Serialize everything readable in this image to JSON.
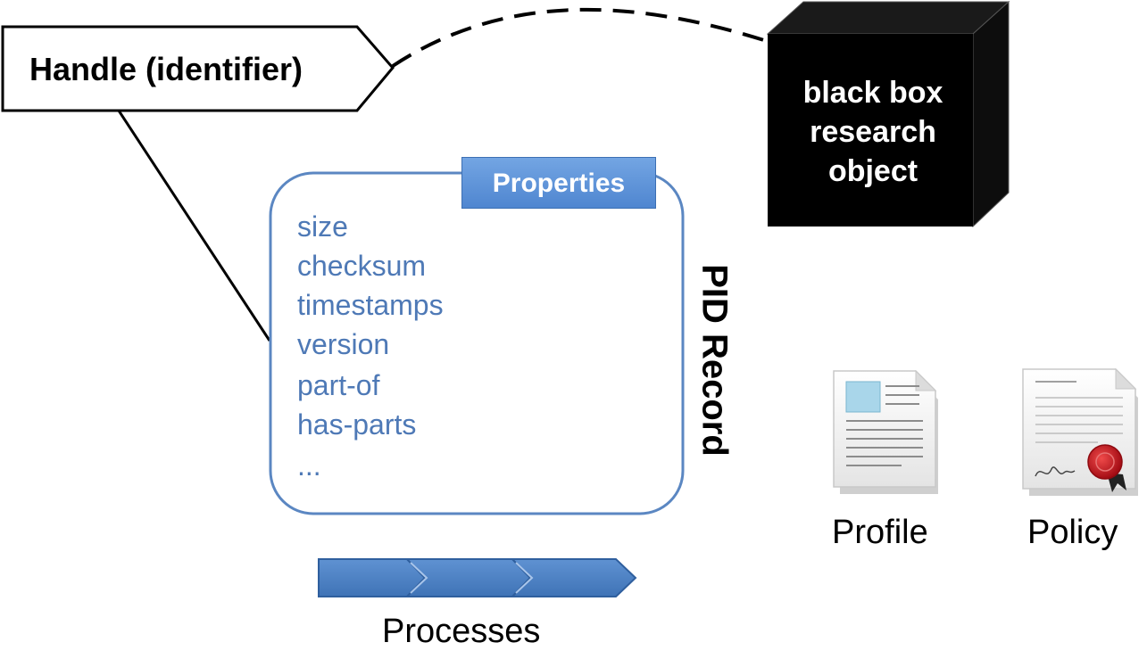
{
  "handle": {
    "label": "Handle (identifier)"
  },
  "black_box": {
    "lines": [
      "black box",
      "research",
      "object"
    ]
  },
  "pid_record": {
    "title": "PID Record",
    "tab_label": "Properties",
    "properties": [
      "size",
      "checksum",
      "timestamps",
      "version",
      "part-of",
      "has-parts",
      "..."
    ]
  },
  "documents": {
    "profile": "Profile",
    "policy": "Policy"
  },
  "processes": {
    "label": "Processes",
    "arrow_count": 3
  },
  "colors": {
    "property_text": "#4e79b6",
    "tab_fill": "#4f86d0",
    "record_border": "#5b87c2",
    "process_fill": "#4a7ebf",
    "box_fill": "#000000",
    "seal_red": "#c4121b"
  }
}
